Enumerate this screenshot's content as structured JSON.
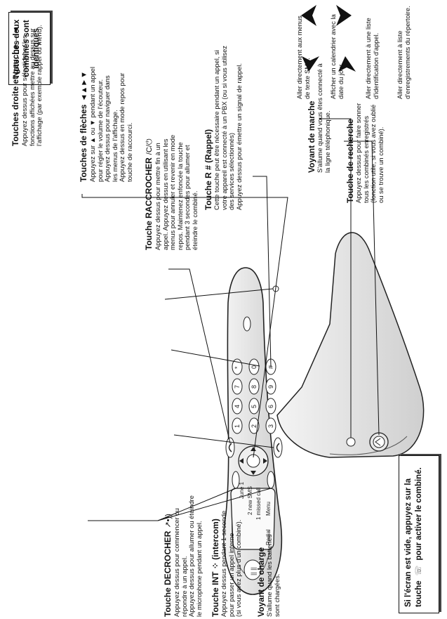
{
  "note_top": "Note:  Les deux combinés sont identiques",
  "note_bottom": {
    "line1": "Si l'écran est vide, appuyez sur la",
    "line2_before": "touche",
    "line2_after": "pour activer le combiné."
  },
  "sections": {
    "droite_gauche": {
      "title": "Touches droite et gauche",
      "body": "Appuyez dessus pour sélectionner les\nfonctions affichées mettre au dessus sur\nl'affichage (par exemple rappel ou menu)."
    },
    "decrocher": {
      "title": "Touche DECROCHER",
      "body": "Appuyez dessus pour commencer ou\nrépondre à un appel.\nAppuyez dessus pour allumer ou éteindre\nle microphone pendant un appel."
    },
    "int": {
      "title": "Touche INT ⁘ (intercom)",
      "body": "Appuyez dessus pendant 1 seconde\npour passer un appel interne\n(si vous avez plus d'un combiné)."
    },
    "charge": {
      "title": "Voyant de charge",
      "body": "S'allume quand les batteries\nsont chargées."
    },
    "fleches": {
      "title": "Touches de flèches",
      "title_symbols": "◄▲►▼",
      "body": "Appuyez sur ▲ ou ▼ pendant un appel\npour régler le volume de l'écouteur.\nAppuyez dessus pour naviguer dans\nles menus de l'affichage.\nAppuyez dessus en mode repos pour\ntouche de raccourci."
    },
    "raccrocher": {
      "title": "Touche RACCROCHER",
      "title_symbols": "/C/⏻",
      "body": "Appuyez dessus pour mettre fin à un\nappel. Appuyez dessus en utilisant les\nmenus pour annuler et revenir en mode\nrepos. Maintenez enfoncée la touche\npendant 3 secondes pour allumer et\néteindre le combiné."
    },
    "rappel": {
      "title": "Touche R # (Rappel)",
      "body": "Cette touche peut être nécessaire pendant un appel, si\nvotre appareil est connecté à un PBX (ou si vous utilisez\ndes services sélectionnés)\nAppuyez dessus pour émettre un signal de rappel."
    },
    "marche": {
      "title": "Voyant de marche",
      "body": "S'allume quand vous êtes connecté à\nla ligne téléphonique."
    },
    "recherche": {
      "title": "Touche de recherche",
      "body": "Appuyez dessus pour faire sonner\ntous les combinés enregistrés\n(fonction utile, si vous avez oublié\nou se trouve un combiné)."
    }
  },
  "arrows": [
    {
      "dir": "down",
      "text": "Aller directement aux menus de texte SMS."
    },
    {
      "dir": "up",
      "text": "Afficher un calendrier avec la date du jour."
    },
    {
      "dir": "left",
      "text": "Aller directement à une liste d'identification d'appel."
    },
    {
      "dir": "right",
      "text": "Aller directement à liste d'enregistrements du répertoire."
    }
  ],
  "screen": {
    "line1": "June 1",
    "line2": "2 new SMS",
    "line3": "1 missed call",
    "soft_left": "Redial",
    "soft_right": "Menu"
  },
  "keys": [
    "1",
    "2",
    "3",
    "4",
    "5",
    "6",
    "7",
    "8",
    "9",
    "*",
    "0",
    "#"
  ]
}
